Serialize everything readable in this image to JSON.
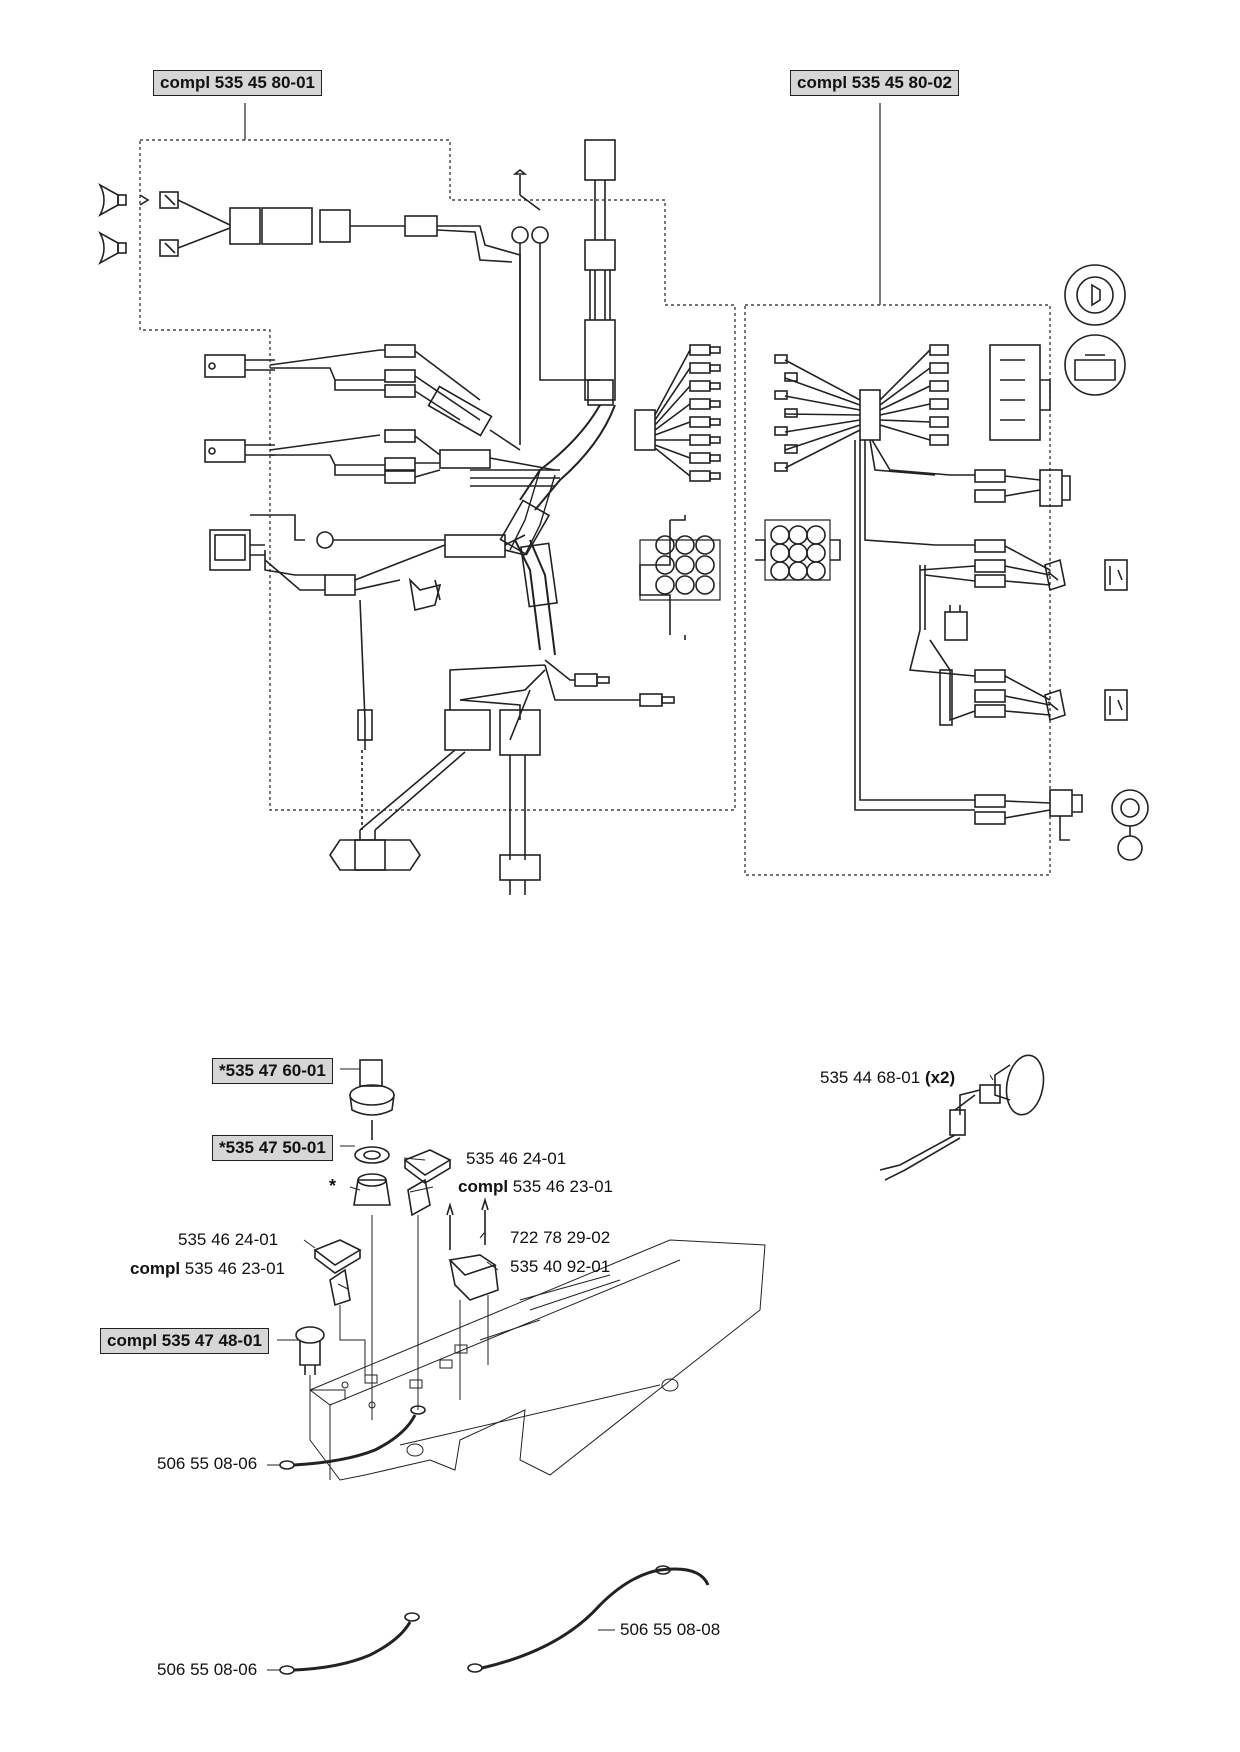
{
  "harness": {
    "left_assembly_label": "compl 535 45 80-01",
    "right_assembly_label": "compl 535 45 80-02"
  },
  "dashboard": {
    "parts": [
      {
        "id": "p1",
        "prefix": "",
        "number": "*535 47 60-01",
        "boxed": true
      },
      {
        "id": "p2",
        "prefix": "",
        "number": "*535 47 50-01",
        "boxed": true
      },
      {
        "id": "p3",
        "prefix": "",
        "number": "535 46 24-01",
        "boxed": false
      },
      {
        "id": "p4",
        "prefix": "compl",
        "number": "535 46 23-01",
        "boxed": false
      },
      {
        "id": "p5",
        "prefix": "",
        "number": "722 78 29-02",
        "boxed": false
      },
      {
        "id": "p6",
        "prefix": "",
        "number": "535 40 92-01",
        "boxed": false
      },
      {
        "id": "p7",
        "prefix": "",
        "number": "535 46 24-01",
        "boxed": false
      },
      {
        "id": "p8",
        "prefix": "compl",
        "number": "535 46 23-01",
        "boxed": false
      },
      {
        "id": "p9",
        "prefix": "",
        "number": "compl 535 47 48-01",
        "boxed": true
      }
    ],
    "star_mark": "*"
  },
  "lamp": {
    "number": "535 44 68-01",
    "qty": "(x2)"
  },
  "cables": [
    {
      "number": "506 55 08-06"
    },
    {
      "number": "506 55 08-06"
    },
    {
      "number": "506 55 08-08"
    }
  ]
}
